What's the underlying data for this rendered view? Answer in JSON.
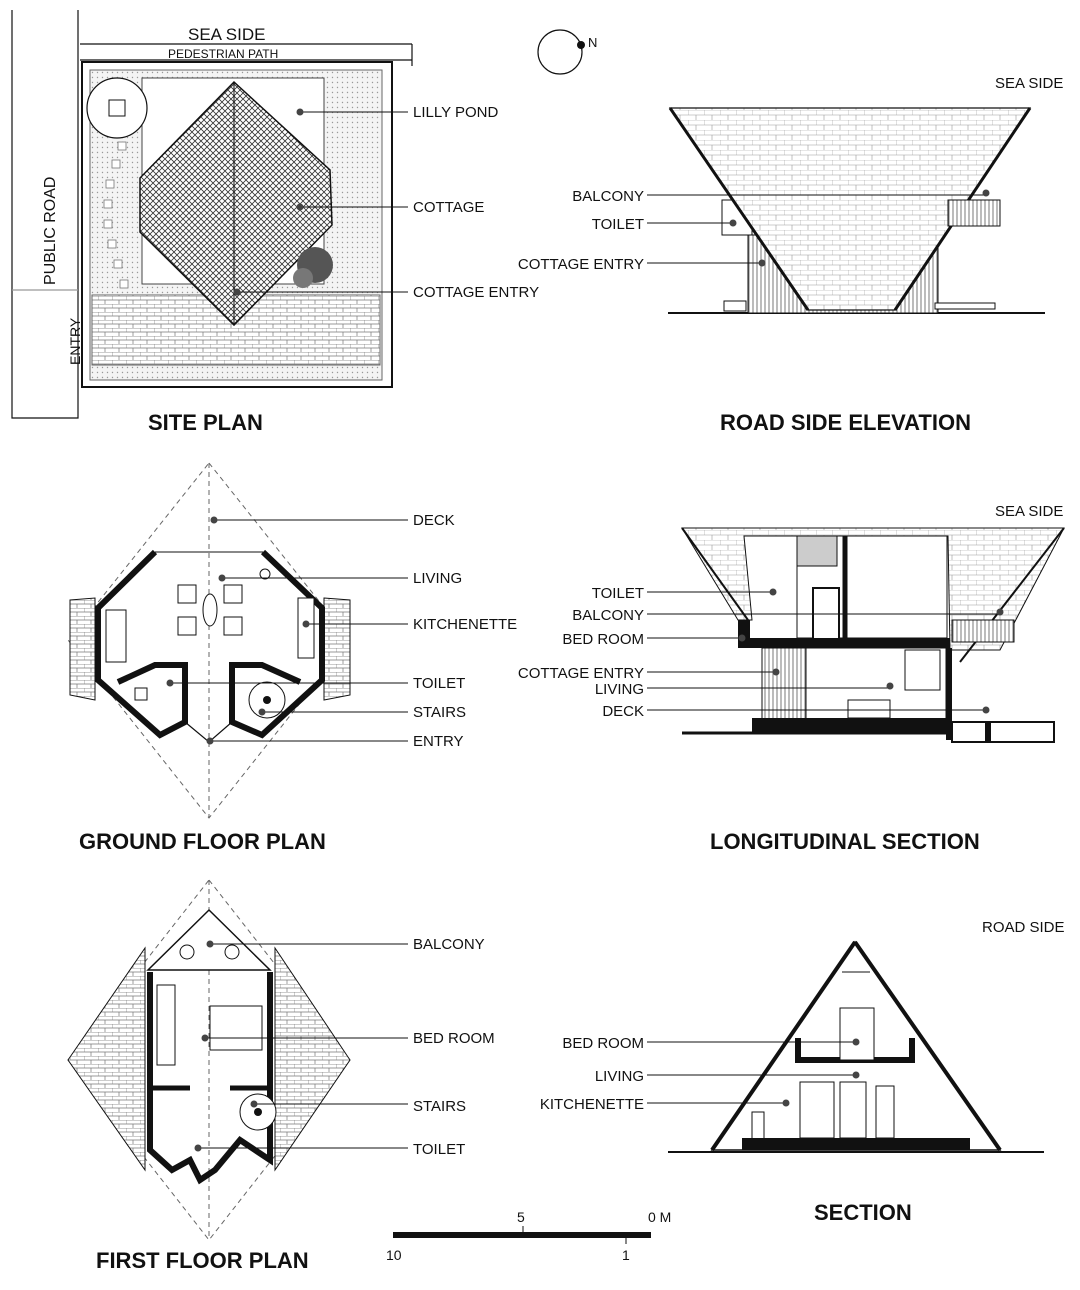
{
  "compass": {
    "north": "N"
  },
  "site_plan": {
    "title": "SITE PLAN",
    "sea_side": "SEA SIDE",
    "pedestrian_path": "PEDESTRIAN PATH",
    "public_road": "PUBLIC ROAD",
    "entry": "ENTRY",
    "labels": [
      "LILLY POND",
      "COTTAGE",
      "COTTAGE ENTRY"
    ]
  },
  "road_side_elevation": {
    "title": "ROAD SIDE ELEVATION",
    "sea_side": "SEA SIDE",
    "labels": [
      "BALCONY",
      "TOILET",
      "COTTAGE ENTRY"
    ]
  },
  "ground_floor_plan": {
    "title": "GROUND FLOOR PLAN",
    "labels": [
      "DECK",
      "LIVING",
      "KITCHENETTE",
      "TOILET",
      "STAIRS",
      "ENTRY"
    ]
  },
  "longitudinal_section": {
    "title": "LONGITUDINAL SECTION",
    "sea_side": "SEA SIDE",
    "labels": [
      "TOILET",
      "BALCONY",
      "BED ROOM",
      "COTTAGE ENTRY",
      "LIVING",
      "DECK"
    ]
  },
  "first_floor_plan": {
    "title": "FIRST FLOOR PLAN",
    "labels": [
      "BALCONY",
      "BED ROOM",
      "STAIRS",
      "TOILET"
    ]
  },
  "section": {
    "title": "SECTION",
    "road_side": "ROAD SIDE",
    "labels": [
      "BED ROOM",
      "LIVING",
      "KITCHENETTE"
    ]
  },
  "scale_bar": {
    "top": [
      "5",
      "0 M"
    ],
    "bottom": [
      "10",
      "1"
    ]
  }
}
